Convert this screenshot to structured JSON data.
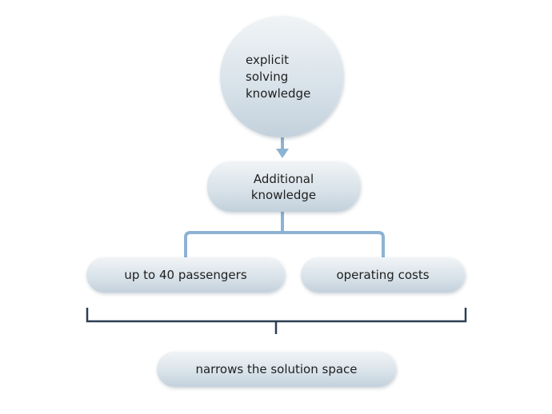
{
  "nodes": {
    "explicit": "explicit\nsolving\nknowledge",
    "additional": "Additional\nknowledge",
    "passengers": "up to 40 passengers",
    "costs": "operating costs",
    "narrows": "narrows the solution space"
  },
  "colors": {
    "connector_blue": "#8db3d4",
    "bracket_navy": "#2d3e52",
    "node_fill_top": "#f1f4f6",
    "node_fill_bottom": "#c3d1dc"
  }
}
